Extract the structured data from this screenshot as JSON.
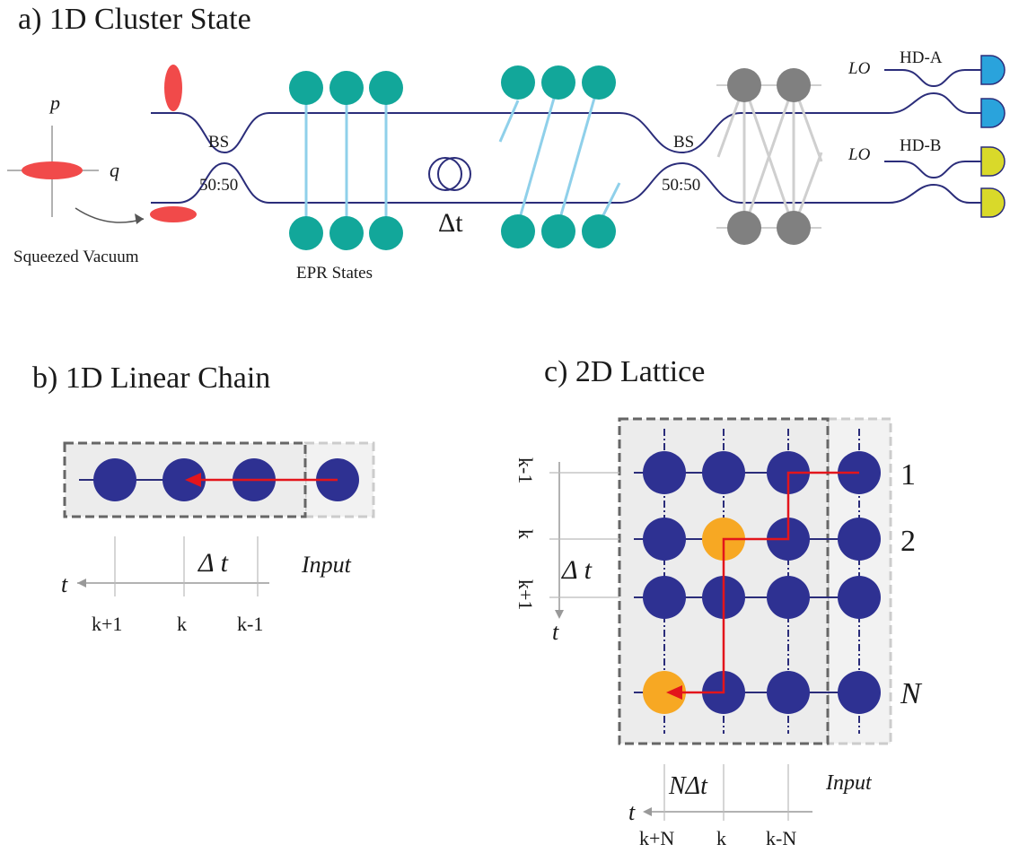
{
  "colors": {
    "waveguide": "#2b2d7a",
    "mode_node": "#2e3192",
    "epr_node": "#12a79a",
    "epr_link": "#8fd0ea",
    "measured_node": "#808080",
    "squeezed": "#f14a4a",
    "detector_a": "#2aa3dc",
    "detector_b": "#d9d92a",
    "highlight_node": "#f7a823",
    "arrow": "#e3151b",
    "frame_dark": "#666666",
    "frame_light": "#cccccc",
    "frame_fill": "#ececec"
  },
  "panel_a": {
    "title": "a)   1D Cluster State",
    "axis_p": "p",
    "axis_q": "q",
    "squeezed_label": "Squeezed Vacuum",
    "bs_label_1": "BS",
    "ratio_label_1": "50:50",
    "bs_label_2": "BS",
    "ratio_label_2": "50:50",
    "epr_label": "EPR States",
    "delay_label": "Δt",
    "lo_label_a": "LO",
    "lo_label_b": "LO",
    "hd_a": "HD-A",
    "hd_b": "HD-B"
  },
  "panel_b": {
    "title": "b)     1D Linear Chain",
    "delta_label": "Δ t",
    "input_label": "Input",
    "time_axis": "t",
    "ticks": [
      "k+1",
      "k",
      "k-1"
    ]
  },
  "panel_c": {
    "title": "c)    2D Lattice",
    "row_labels": [
      "1",
      "2",
      "N"
    ],
    "time_ticks": [
      "k-1",
      "k",
      "k+1"
    ],
    "delta_label": "Δ t",
    "time_axis_v": "t",
    "ndelta_label": "NΔt",
    "input_label": "Input",
    "time_axis_h": "t",
    "bottom_ticks": [
      "k+N",
      "k",
      "k-N"
    ]
  }
}
